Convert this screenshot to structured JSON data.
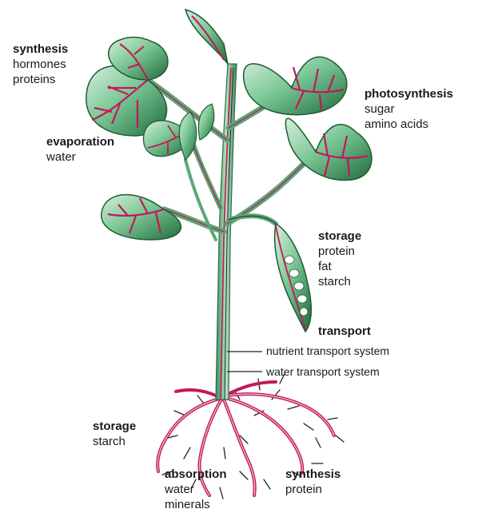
{
  "labels": {
    "synthesis_top": {
      "heading": "synthesis",
      "items": [
        "hormones",
        "proteins"
      ]
    },
    "photosynthesis": {
      "heading": "photosynthesis",
      "items": [
        "sugar",
        "amino acids"
      ]
    },
    "evaporation": {
      "heading": "evaporation",
      "items": [
        "water"
      ]
    },
    "storage_pod": {
      "heading": "storage",
      "items": [
        "protein",
        "fat",
        "starch"
      ]
    },
    "transport": {
      "heading": "transport",
      "items": [
        "nutrient transport system",
        "water transport system"
      ]
    },
    "storage_root": {
      "heading": "storage",
      "items": [
        "starch"
      ]
    },
    "absorption": {
      "heading": "absorption",
      "items": [
        "water",
        "minerals"
      ]
    },
    "synthesis_root": {
      "heading": "synthesis",
      "items": [
        "protein"
      ]
    }
  },
  "colors": {
    "leaf_dark": "#1f6b3c",
    "leaf_light": "#a8d8b4",
    "vein": "#c2185b",
    "root": "#c2185b",
    "root_hair": "#222222",
    "stem": "#6fbf8a"
  }
}
